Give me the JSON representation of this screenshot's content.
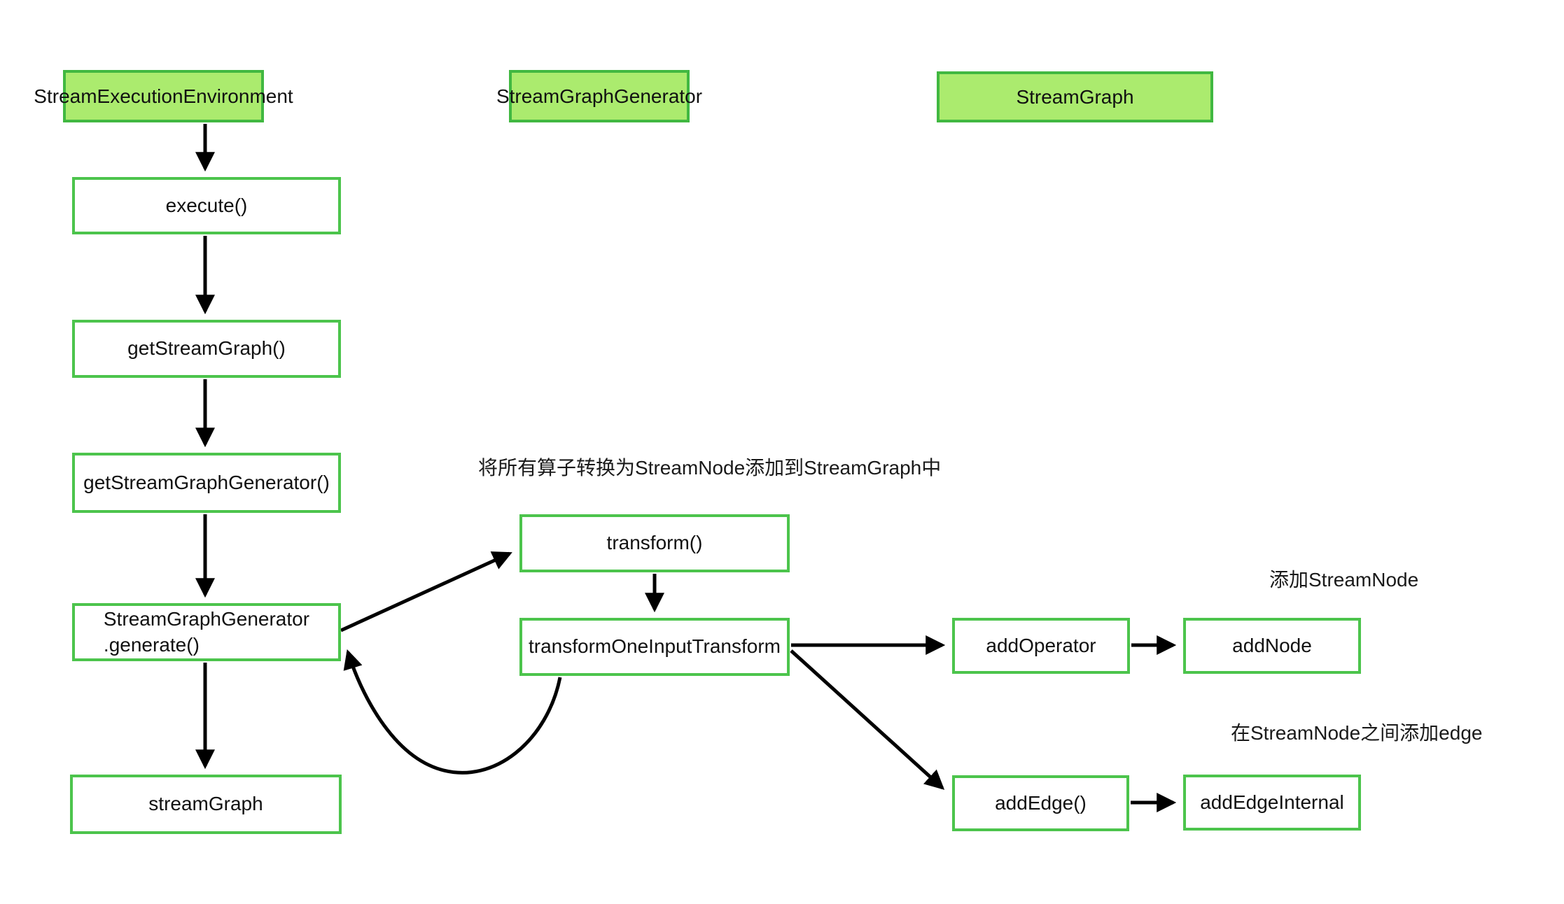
{
  "colors": {
    "header_fill": "#abeb6e",
    "header_border": "#41b841",
    "node_border": "#4cc44c",
    "node_fill": "#ffffff",
    "arrow": "#000000",
    "text": "#111111"
  },
  "headers": [
    {
      "label": "StreamExecutionEnvironment"
    },
    {
      "label": "StreamGraphGenerator"
    },
    {
      "label": "StreamGraph"
    }
  ],
  "nodes": {
    "execute": {
      "label": "execute()"
    },
    "get_stream_graph": {
      "label": "getStreamGraph()"
    },
    "get_stream_graph_generator": {
      "label": "getStreamGraphGenerator()"
    },
    "generate": {
      "line1": "StreamGraphGenerator",
      "line2": ".generate()"
    },
    "stream_graph_var": {
      "label": "streamGraph"
    },
    "transform": {
      "label": "transform()"
    },
    "transform_one_input": {
      "label": "transformOneInputTransform"
    },
    "add_operator": {
      "label": "addOperator"
    },
    "add_node": {
      "label": "addNode"
    },
    "add_edge": {
      "label": "addEdge()"
    },
    "add_edge_internal": {
      "label": "addEdgeInternal"
    }
  },
  "annotations": {
    "transform_note": "将所有算子转换为StreamNode添加到StreamGraph中",
    "add_node_note": "添加StreamNode",
    "add_edge_note": "在StreamNode之间添加edge"
  },
  "edges": [
    {
      "from": "StreamExecutionEnvironment",
      "to": "execute()"
    },
    {
      "from": "execute()",
      "to": "getStreamGraph()"
    },
    {
      "from": "getStreamGraph()",
      "to": "getStreamGraphGenerator()"
    },
    {
      "from": "getStreamGraphGenerator()",
      "to": "StreamGraphGenerator.generate()"
    },
    {
      "from": "StreamGraphGenerator.generate()",
      "to": "streamGraph"
    },
    {
      "from": "StreamGraphGenerator.generate()",
      "to": "transform()"
    },
    {
      "from": "transform()",
      "to": "transformOneInputTransform"
    },
    {
      "from": "transformOneInputTransform",
      "to": "StreamGraphGenerator.generate()",
      "style": "curved"
    },
    {
      "from": "transformOneInputTransform",
      "to": "addOperator"
    },
    {
      "from": "transformOneInputTransform",
      "to": "addEdge()"
    },
    {
      "from": "addOperator",
      "to": "addNode"
    },
    {
      "from": "addEdge()",
      "to": "addEdgeInternal"
    }
  ]
}
